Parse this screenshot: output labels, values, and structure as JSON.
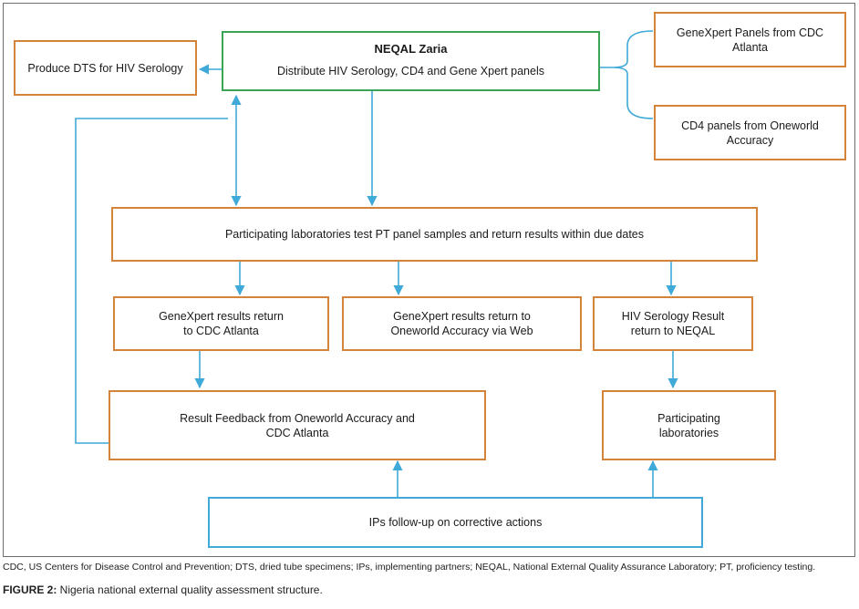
{
  "nodes": {
    "dts": {
      "lines": [
        "Produce DTS for HIV Serology"
      ]
    },
    "neqal": {
      "title": "NEQAL Zaria",
      "lines": [
        "Distribute HIV Serology, CD4 and Gene Xpert panels"
      ]
    },
    "genexpert_panels": {
      "lines": [
        "GeneXpert Panels from CDC Atlanta"
      ]
    },
    "cd4_panels": {
      "lines": [
        "CD4 panels from Oneworld Accuracy"
      ]
    },
    "participating_test": {
      "lines": [
        "Participating laboratories test PT panel samples and return results within due dates"
      ]
    },
    "genexpert_cdc": {
      "lines": [
        "GeneXpert results return",
        "to CDC Atlanta"
      ]
    },
    "genexpert_oneworld": {
      "lines": [
        "GeneXpert results return to",
        "Oneworld Accuracy via Web"
      ]
    },
    "hiv_serology": {
      "lines": [
        "HIV Serology Result",
        "return to NEQAL"
      ]
    },
    "feedback": {
      "lines": [
        "Result Feedback from Oneworld Accuracy and",
        "CDC Atlanta"
      ]
    },
    "participating_labs": {
      "lines": [
        "Participating",
        "laboratories"
      ]
    },
    "ips": {
      "lines": [
        "IPs follow-up on corrective actions"
      ]
    }
  },
  "footnote": "CDC, US Centers for Disease Control and Prevention; DTS, dried tube specimens; IPs, implementing partners; NEQAL, National External Quality Assurance Laboratory; PT, proficiency testing.",
  "caption": {
    "label": "FIGURE 2:",
    "text": " Nigeria national external quality assessment structure."
  },
  "colors": {
    "orange_border": "#d4833a",
    "green_border": "#3aa655",
    "blue_border": "#3fa9d8",
    "arrow": "#3fa9d8",
    "frame": "#6d6e71"
  }
}
